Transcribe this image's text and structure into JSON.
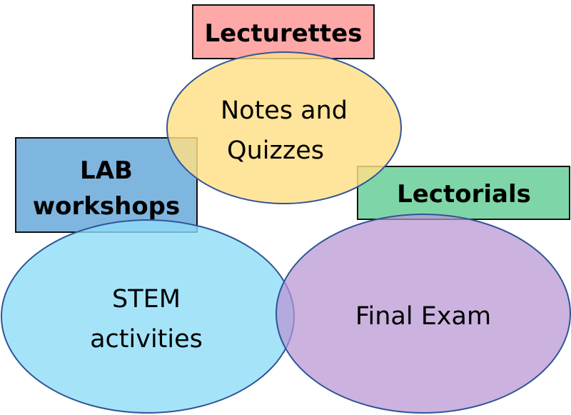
{
  "diagram": {
    "title": "",
    "boxes": [
      {
        "id": "lecturettes",
        "label": "Lecturettes",
        "fill": "#FFA8A8"
      },
      {
        "id": "lab",
        "label_lines": [
          "LAB",
          "workshops"
        ],
        "fill": "#7FB6E0"
      },
      {
        "id": "lectorials",
        "label": "Lectorials",
        "fill": "#7ED6A8"
      }
    ],
    "ellipses": [
      {
        "id": "notes",
        "label_lines": [
          "Notes and",
          "Quizzes"
        ],
        "fill": "#FFE08A"
      },
      {
        "id": "stem",
        "label_lines": [
          "STEM",
          "activities"
        ],
        "fill": "#8FDCF8"
      },
      {
        "id": "exam",
        "label": "Final Exam",
        "fill": "#C4A8DC"
      }
    ],
    "stroke_color": "#2F5597",
    "relations": [
      {
        "from": "lecturettes",
        "to": "notes"
      },
      {
        "from": "lab",
        "to": "stem"
      },
      {
        "from": "lectorials",
        "to": "exam"
      }
    ]
  }
}
